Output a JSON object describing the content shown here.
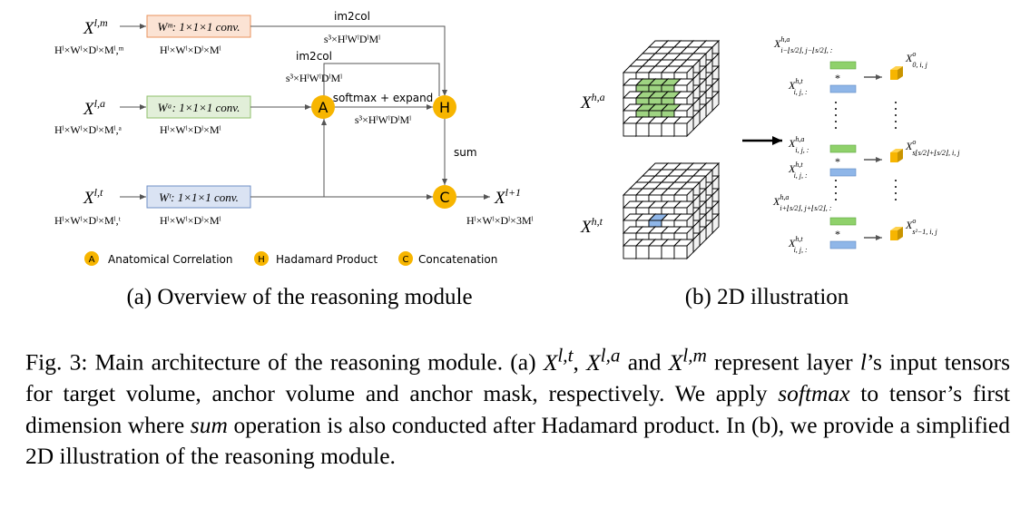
{
  "panel_a": {
    "x_m": "X",
    "x_m_sup": "l,m",
    "x_a": "X",
    "x_a_sup": "l,a",
    "x_t": "X",
    "x_t_sup": "l,t",
    "x_out": "X",
    "x_out_sup": "l+1",
    "dim_m_in": "HˡׁWˡ×Dˡ×Mˡ,ᵐ",
    "dim_in_m": "Hˡ×Wˡ×Dˡ×Mˡ,ᵐ",
    "dim_in_a": "Hˡ×Wˡ×Dˡ×Mˡ,ᵃ",
    "dim_in_t": "Hˡ×Wˡ×Dˡ×Mˡ,ᵗ",
    "dim_conv": "Hˡ×Wˡ×Dˡ×Mˡ",
    "dim_out": "Hˡ×Wˡ×Dˡ×3Mˡ",
    "conv_m": "Wᵐ: 1×1×1 conv.",
    "conv_a": "Wᵃ: 1×1×1 conv.",
    "conv_t": "Wᵗ: 1×1×1 conv.",
    "im2col_1": "im2col",
    "im2col_1_dim": "s³×HˡWˡDˡMˡ",
    "im2col_2": "im2col",
    "im2col_2_dim": "s³×HˡWˡDˡMˡ",
    "softmax_label": "softmax + expand",
    "softmax_dim": "s³×HˡWˡDˡMˡ",
    "sum_label": "sum",
    "node_a": "A",
    "node_h": "H",
    "node_c": "C",
    "legend": [
      {
        "badge": "A",
        "label": "Anatomical Correlation"
      },
      {
        "badge": "H",
        "label": "Hadamard Product"
      },
      {
        "badge": "C",
        "label": "Concatenation"
      }
    ],
    "title": "(a) Overview of the reasoning module",
    "colors": {
      "orange_box": "#fbe3d4",
      "orange_border": "#e8935e",
      "green_box": "#e2efd9",
      "green_border": "#8fbf6a",
      "blue_box": "#dae3f3",
      "blue_border": "#6f8fc6",
      "node": "#f7b500"
    }
  },
  "panel_b": {
    "xha": "X",
    "xha_sup": "h,a",
    "xht": "X",
    "xht_sup": "h,t",
    "row1_a_sub": "i−⌊s/2⌋, j−⌊s/2⌋, :",
    "row1_a_sup": "h,a",
    "row1_t_sub": "i, j, :",
    "row1_t_sup": "h,t",
    "row1_out": "X",
    "row1_out_sup": "o",
    "row1_out_sub": "0, i, j",
    "row2_a_sub": "i, j, :",
    "row2_a_sup": "h,a",
    "row2_t_sub": "i, j, :",
    "row2_t_sup": "h,t",
    "row2_out_sup": "o",
    "row2_out_sub": "s⌊s/2⌋+⌊s/2⌋, i, j",
    "row3_a_sub": "i+⌊s/2⌋, j+⌊s/2⌋, :",
    "row3_a_sup": "h,a",
    "row3_t_sub": "i, j, :",
    "row3_t_sup": "h,t",
    "row3_out_sup": "o",
    "row3_out_sub": "s²−1, i, j",
    "mult": "*",
    "title": "(b) 2D illustration"
  },
  "caption": {
    "lead": "Fig. 3: Main architecture of the reasoning module. (a) ",
    "v1": "X",
    "v1_sup": "l,t",
    "sep1": ", ",
    "v2": "X",
    "v2_sup": "l,a",
    "and": " and ",
    "v3": "X",
    "v3_sup": "l,m",
    "mid": " represent layer ",
    "l": "l",
    "rest1": "’s input tensors for target volume, anchor volume and anchor mask, respectively. We apply ",
    "softmax": "softmax",
    "rest2": " to tensor’s first dimension where ",
    "sum": "sum",
    "rest3": " operation is also conducted after Hadamard product. In (b), we provide a simplified 2D illustration of the reasoning module."
  }
}
